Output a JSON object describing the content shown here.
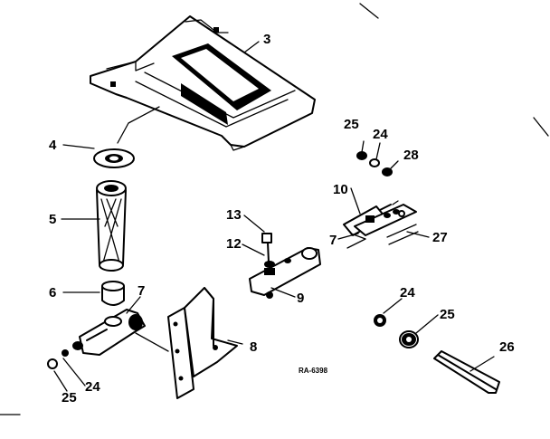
{
  "diagram": {
    "reference_code": "RA-6398",
    "callouts": [
      {
        "id": "3",
        "text": "3"
      },
      {
        "id": "4",
        "text": "4"
      },
      {
        "id": "5",
        "text": "5"
      },
      {
        "id": "6",
        "text": "6"
      },
      {
        "id": "7a",
        "text": "7"
      },
      {
        "id": "8",
        "text": "8"
      },
      {
        "id": "9",
        "text": "9"
      },
      {
        "id": "10",
        "text": "10"
      },
      {
        "id": "12",
        "text": "12"
      },
      {
        "id": "13",
        "text": "13"
      },
      {
        "id": "24a",
        "text": "24"
      },
      {
        "id": "24b",
        "text": "24"
      },
      {
        "id": "24c",
        "text": "24"
      },
      {
        "id": "25a",
        "text": "25"
      },
      {
        "id": "25b",
        "text": "25"
      },
      {
        "id": "25c",
        "text": "25"
      },
      {
        "id": "26",
        "text": "26"
      },
      {
        "id": "27",
        "text": "27"
      },
      {
        "id": "28",
        "text": "28"
      },
      {
        "id": "7b",
        "text": "7"
      }
    ]
  }
}
